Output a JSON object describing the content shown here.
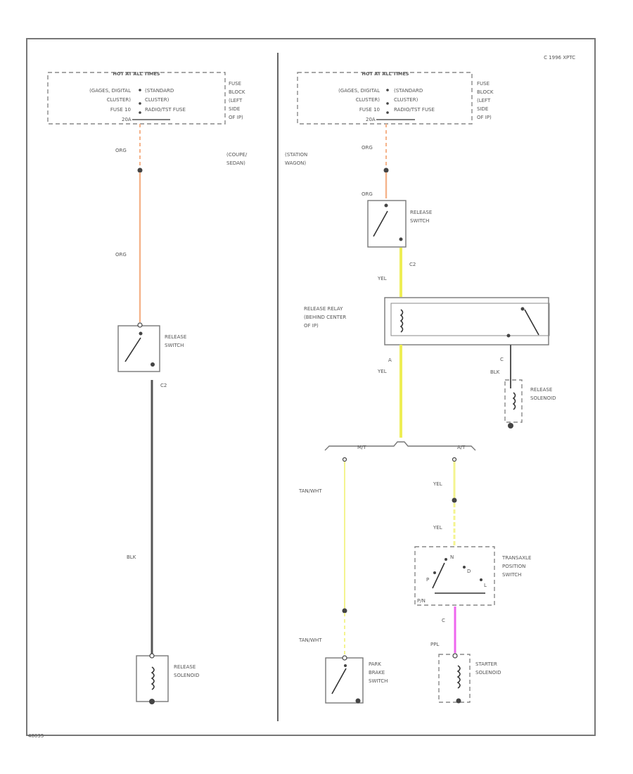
{
  "diagram_id": "C 1996 XPTC",
  "figure_code": "48035",
  "left": {
    "fuse_header": "HOT AT ALL TIMES",
    "fuse_left": [
      "(GAGES, DIGITAL",
      "CLUSTER)",
      "FUSE 10",
      "20A"
    ],
    "fuse_mid": [
      "(STANDARD",
      "CLUSTER)",
      "RADIO/TST FUSE"
    ],
    "fuse_bottom": "20A",
    "fuse_block": [
      "FUSE",
      "BLOCK",
      "(LEFT",
      "SIDE",
      "OF IP)"
    ],
    "variant": [
      "(COUPE/",
      "SEDAN)"
    ],
    "wire1": "ORG",
    "wire2": "ORG",
    "switch": [
      "RELEASE",
      "SWITCH"
    ],
    "connector": "C2",
    "wire3": "BLK",
    "solenoid": [
      "RELEASE",
      "SOLENOID"
    ]
  },
  "right": {
    "fuse_header": "HOT AT ALL TIMES",
    "fuse_left": [
      "(GAGES, DIGITAL",
      "CLUSTER)",
      "FUSE 10",
      "20A"
    ],
    "fuse_mid": [
      "(STANDARD",
      "CLUSTER)",
      "RADIO/TST FUSE"
    ],
    "fuse_bottom": "20A",
    "fuse_block": [
      "FUSE",
      "BLOCK",
      "(LEFT",
      "SIDE",
      "OF IP)"
    ],
    "variant": [
      "(STATION",
      "WAGON)"
    ],
    "wire1": "ORG",
    "wire2": "ORG",
    "switch": [
      "RELEASE",
      "SWITCH"
    ],
    "connector": "C2",
    "wire_yel1": "YEL",
    "relay": [
      "RELEASE RELAY",
      "(BEHIND CENTER",
      "OF IP)"
    ],
    "relay_pin_c": "C",
    "wire_blk": "BLK",
    "solenoid": [
      "RELEASE",
      "SOLENOID"
    ],
    "relay_pin_a": "A",
    "wire_yel2": "YEL",
    "branch_left": "M/T",
    "branch_right": "A/T",
    "wire_tanwht1": "TAN/WHT",
    "wire_yel3": "YEL",
    "wire_yel4": "YEL",
    "trans_switch": [
      "TRANSAXLE",
      "POSITION",
      "SWITCH"
    ],
    "trans_pin_p": "P",
    "trans_pin_n": "N",
    "trans_pin_d": "D",
    "trans_pin_l": "L",
    "trans_pin_pn": "P/N",
    "wire_tanwht2": "TAN/WHT",
    "trans_pin_c": "C",
    "wire_ppl": "PPL",
    "park_switch": [
      "PARK",
      "BRAKE",
      "SWITCH"
    ],
    "starter": [
      "STARTER",
      "SOLENOID"
    ]
  },
  "colors": {
    "org": "#f5b38a",
    "yel": "#eeee55",
    "yel_pale": "#f4f490",
    "blk": "#555555",
    "ppl": "#ee66ee"
  }
}
